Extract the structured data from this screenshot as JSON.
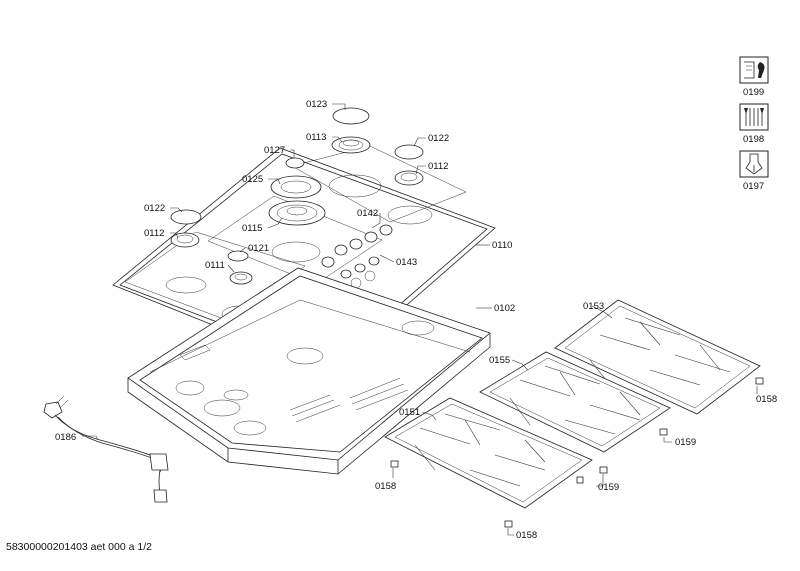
{
  "footer": {
    "document_id": "58300000201403 aet 000 a 1/2"
  },
  "labels": {
    "p0123": "0123",
    "p0113": "0113",
    "p0122a": "0122",
    "p0127": "0127",
    "p0112a": "0112",
    "p0125": "0125",
    "p0122b": "0122",
    "p0142": "0142",
    "p0112b": "0112",
    "p0115": "0115",
    "p0110": "0110",
    "p0121": "0121",
    "p0111": "0111",
    "p0143": "0143",
    "p0102": "0102",
    "p0153": "0153",
    "p0155": "0155",
    "p0158a": "0158",
    "p0151": "0151",
    "p0159a": "0159",
    "p0186": "0186",
    "p0158b": "0158",
    "p0159b": "0159",
    "p0158c": "0158",
    "p0199": "0199",
    "p0198": "0198",
    "p0197": "0197"
  },
  "icons": [
    "manual-wrench-icon",
    "tools-icon",
    "lubricant-icon"
  ]
}
